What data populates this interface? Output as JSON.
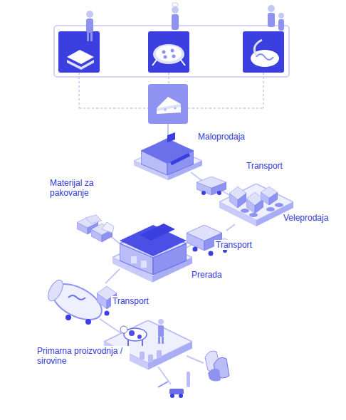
{
  "diagram": {
    "labels": [
      "Maloprodaja",
      "Transport",
      "Materijal za pakovanje",
      "Veleprodaja",
      "Transport",
      "Prerada",
      "Transport",
      "Primarna proizvodnja / sirovine"
    ]
  }
}
